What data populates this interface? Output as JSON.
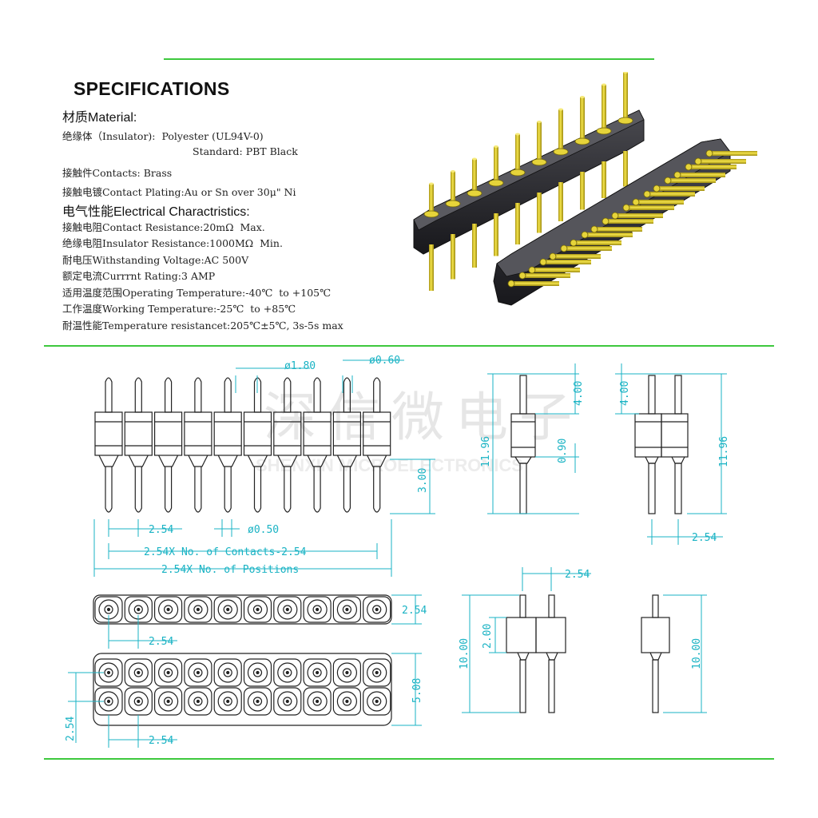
{
  "header": {
    "title": "SPECIFICATIONS"
  },
  "material": {
    "heading": "材质Material:",
    "insulator": "绝缘体（Insulator):  Polyester (UL94V-0)",
    "insulator_standard": "Standard: PBT Black",
    "contacts": "接触件Contacts: Brass",
    "plating": "接触电镀Contact Plating:Au or Sn over 30μ\" Ni"
  },
  "electrical": {
    "heading": "电气性能Electrical Charactristics:",
    "contact_resistance": "接触电阻Contact Resistance:20mΩ  Max.",
    "insulator_resistance": "绝缘电阻Insulator Resistance:1000MΩ  Min.",
    "withstanding_voltage": "耐电压Withstanding Voltage:AC 500V",
    "current_rating": "额定电流Currrnt Rating:3 AMP",
    "operating_temp": "适用温度范围Operating Temperature:-40℃  to +105℃",
    "working_temp": "工作温度Working Temperature:-25℃  to +85℃",
    "temp_resistance": "耐温性能Temperature resistancet:205℃±5℃, 3s-5s max"
  },
  "dimensions": {
    "d180": "ø1.80",
    "d060": "ø0.60",
    "d050": "ø0.50",
    "pitch": "2.54",
    "contacts_formula": "2.54X No. of Contacts-2.54",
    "positions_formula": "2.54X No. of Positions",
    "h300": "3.00",
    "h400": "4.00",
    "h1196": "11.96",
    "h090": "0.90",
    "h508": "5.08",
    "h1000": "10.00",
    "h200": "2.00"
  },
  "watermark": {
    "cn": "深信微电子",
    "en": "SHENXIN MICROELECTRONICS"
  },
  "colors": {
    "accent_green": "#3ec83e",
    "dimension_cyan": "#1ab3c4",
    "pin_gold": "#d9c41e",
    "body_black": "#2a2a2e"
  }
}
